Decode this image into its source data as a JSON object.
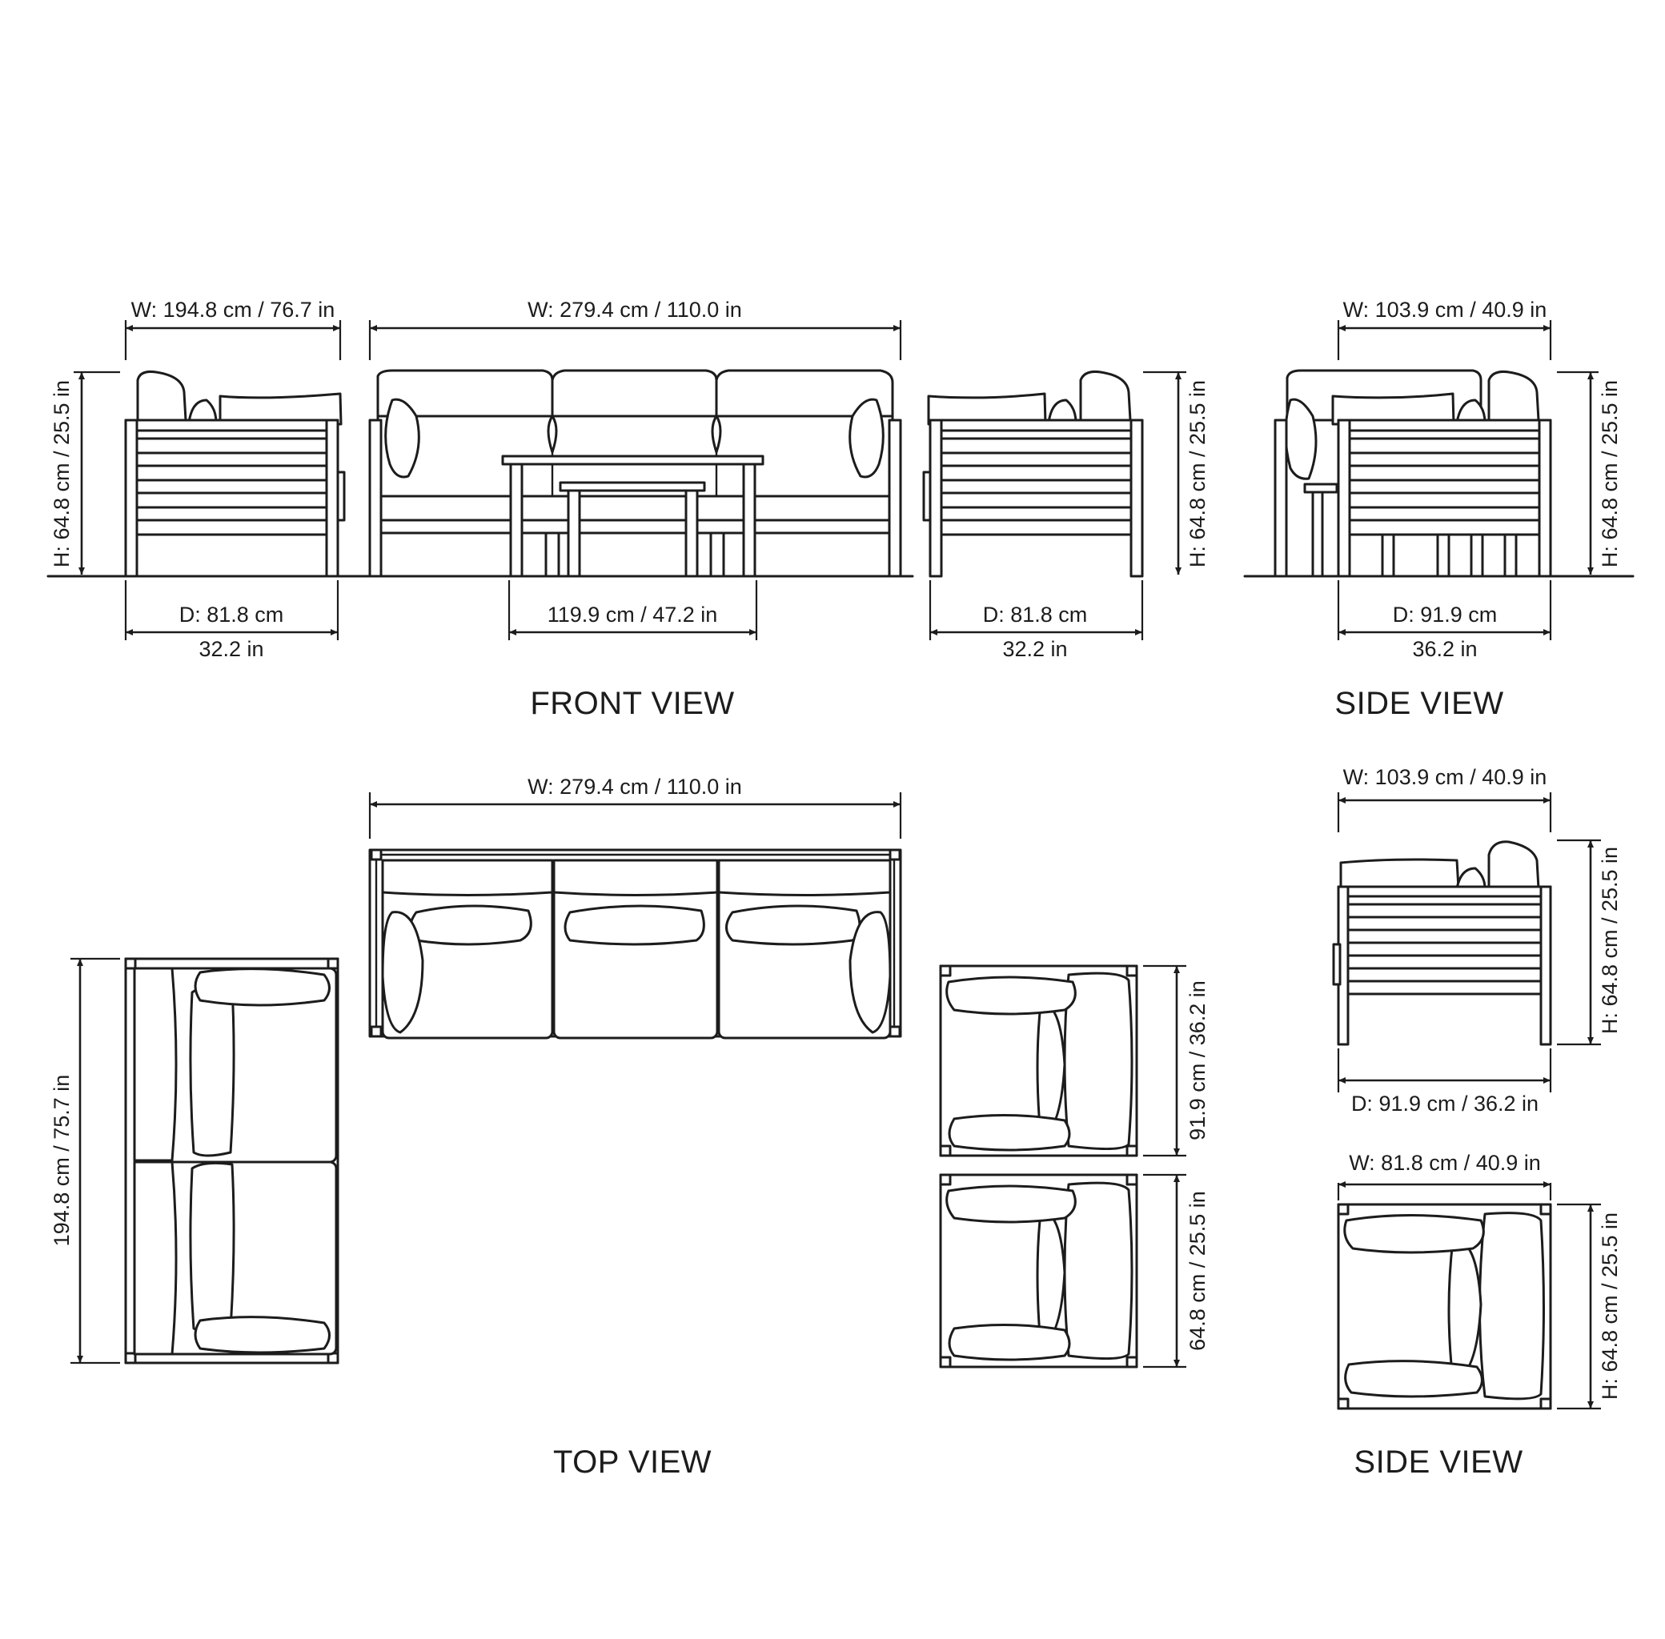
{
  "front_view": {
    "title": "FRONT VIEW",
    "left_chair_width": "W: 194.8 cm / 76.7 in",
    "sofa_width": "W: 279.4 cm / 110.0 in",
    "left_height": "H: 64.8 cm / 25.5 in",
    "right_height": "H: 64.8 cm / 25.5 in",
    "left_depth_cm": "D: 81.8 cm",
    "left_depth_in": "32.2 in",
    "table_width": "119.9 cm / 47.2 in",
    "right_depth_cm": "D: 81.8 cm",
    "right_depth_in": "32.2 in"
  },
  "side_view_top": {
    "title": "SIDE VIEW",
    "width": "W: 103.9 cm / 40.9 in",
    "height": "H: 64.8 cm / 25.5 in",
    "depth_cm": "D: 91.9 cm",
    "depth_in": "36.2 in"
  },
  "top_view": {
    "title": "TOP VIEW",
    "sofa_width": "W: 279.4 cm / 110.0 in",
    "loveseat_length": "194.8 cm / 75.7 in",
    "chair_upper_depth": "91.9 cm / 36.2 in",
    "chair_lower_height": "64.8 cm / 25.5 in"
  },
  "side_view_bottom": {
    "title": "SIDE VIEW",
    "upper_width": "W: 103.9 cm / 40.9 in",
    "upper_height": "H: 64.8 cm / 25.5 in",
    "upper_depth": "D: 91.9 cm / 36.2 in",
    "lower_width": "W: 81.8 cm / 40.9 in",
    "lower_height": "H: 64.8 cm / 25.5 in"
  }
}
